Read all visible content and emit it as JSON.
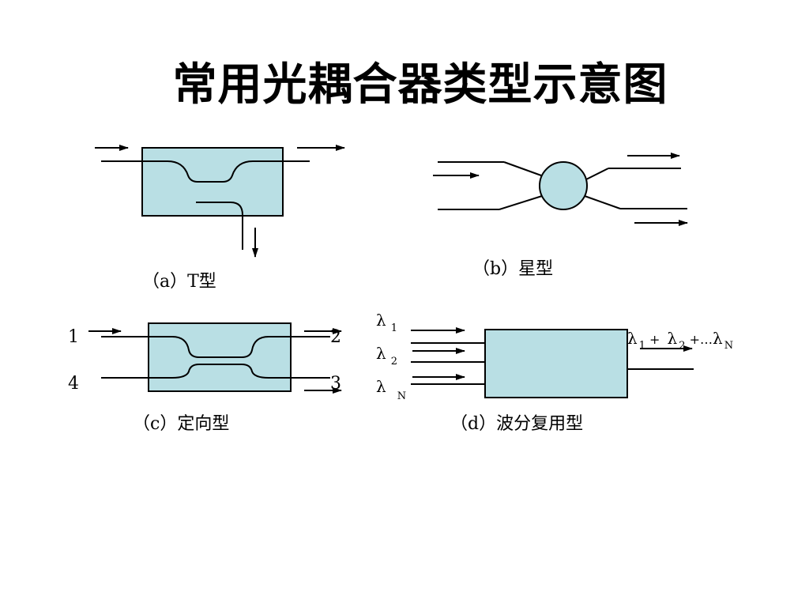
{
  "title": "常用光耦合器类型示意图",
  "colors": {
    "box_fill": "#b9dfe4",
    "stroke": "#000000"
  },
  "panels": {
    "t_type": {
      "caption": "（a）T型"
    },
    "star": {
      "caption": "（b）星型"
    },
    "directional": {
      "caption": "（c）定向型",
      "ports": {
        "p1": "1",
        "p2": "2",
        "p3": "3",
        "p4": "4"
      }
    },
    "wdm": {
      "caption": "（d）波分复用型",
      "inputs": [
        {
          "symbol": "λ",
          "sub": "1"
        },
        {
          "symbol": "λ",
          "sub": "2"
        },
        {
          "symbol": "λ",
          "sub": "N"
        }
      ],
      "output": {
        "l1": "λ",
        "s1": "1",
        "plus1": " + ",
        "l2": "λ",
        "s2": "2",
        "plus2": " +…",
        "l3": "λ",
        "s3": "N"
      }
    }
  }
}
